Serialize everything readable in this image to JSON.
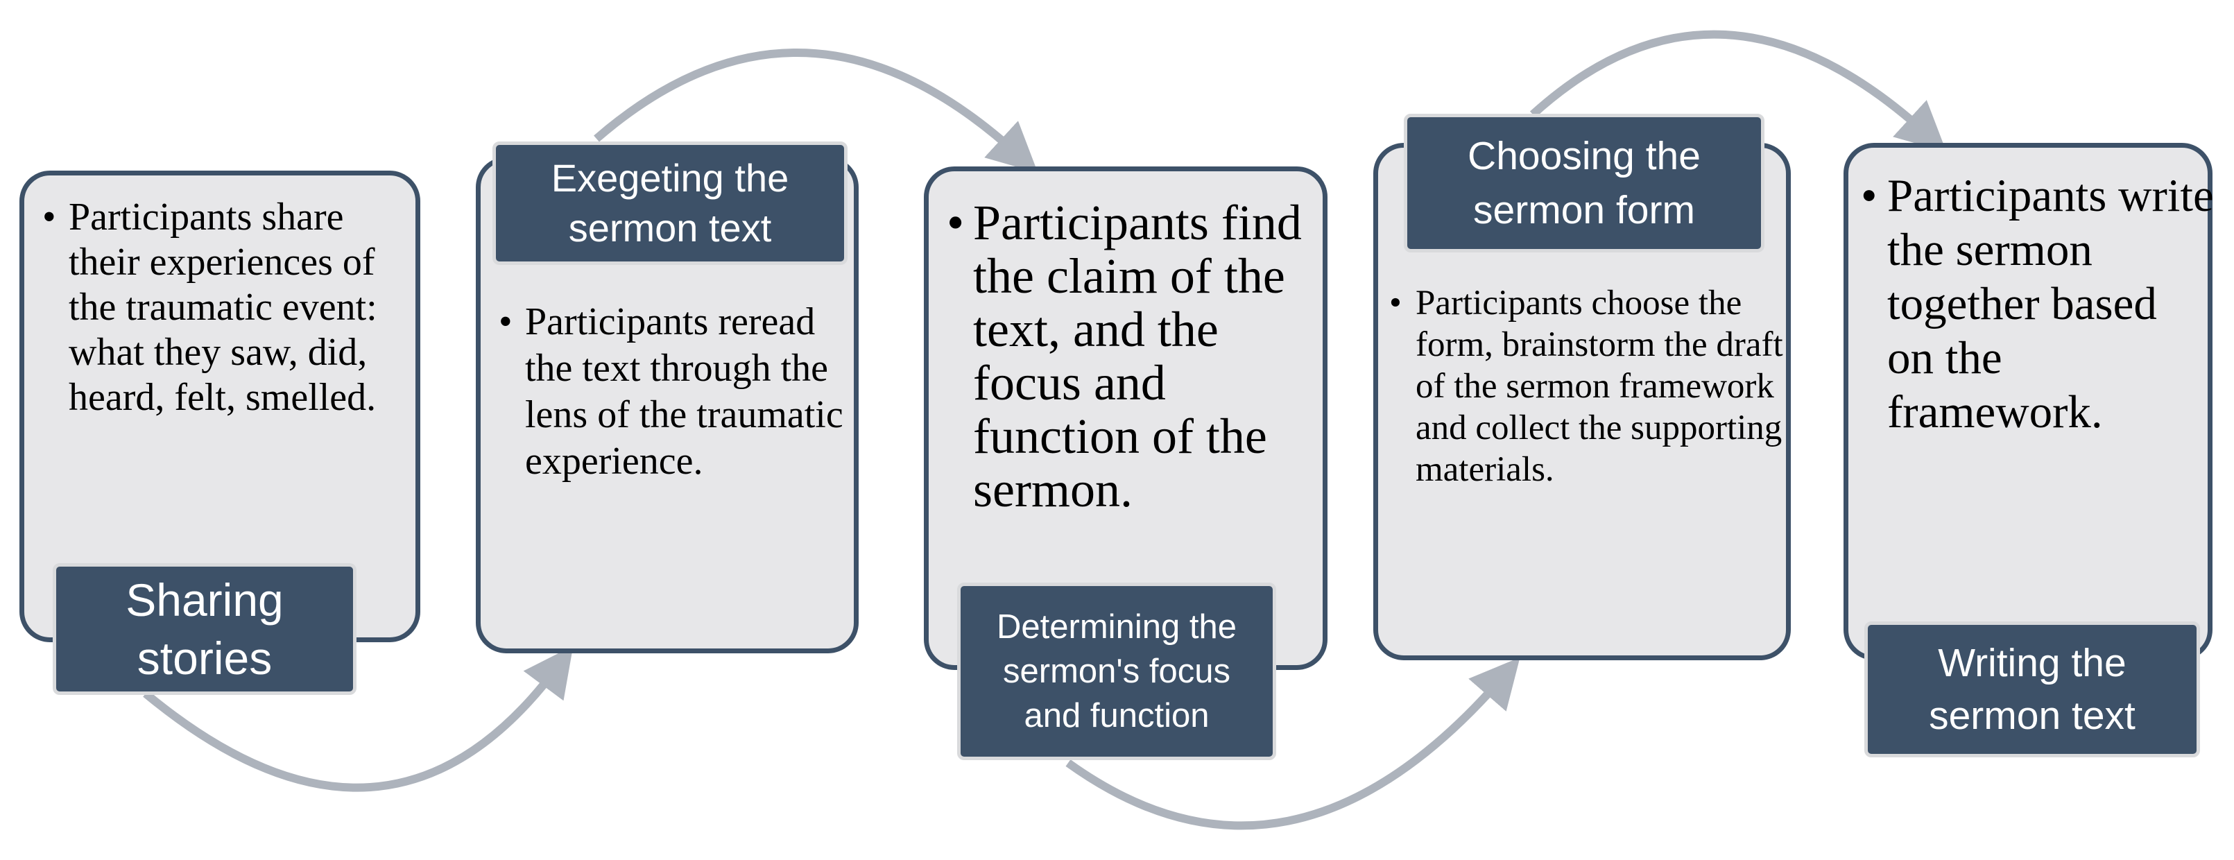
{
  "steps": [
    {
      "label": "Sharing\nstories",
      "bullet": "Participants share their experiences of the traumatic event: what they saw, did, heard, felt, smelled."
    },
    {
      "label": "Exegeting the\nsermon text",
      "bullet": "Participants reread the text through the lens of the  traumatic experience."
    },
    {
      "label": "Determining the\nsermon's focus\nand function",
      "bullet": "Participants find the claim of the text, and the focus and function of the sermon."
    },
    {
      "label": "Choosing the\nsermon form",
      "bullet": "Participants choose the form, brainstorm the draft of the sermon framework and collect the supporting materials."
    },
    {
      "label": "Writing the\nsermon text",
      "bullet": "Participants write the sermon together based on the framework."
    }
  ],
  "colors": {
    "card_fill": "#e7e7e9",
    "card_border": "#3d5168",
    "label_fill": "#3d5168",
    "label_text": "#ffffff",
    "arrow": "#adb3bc"
  }
}
